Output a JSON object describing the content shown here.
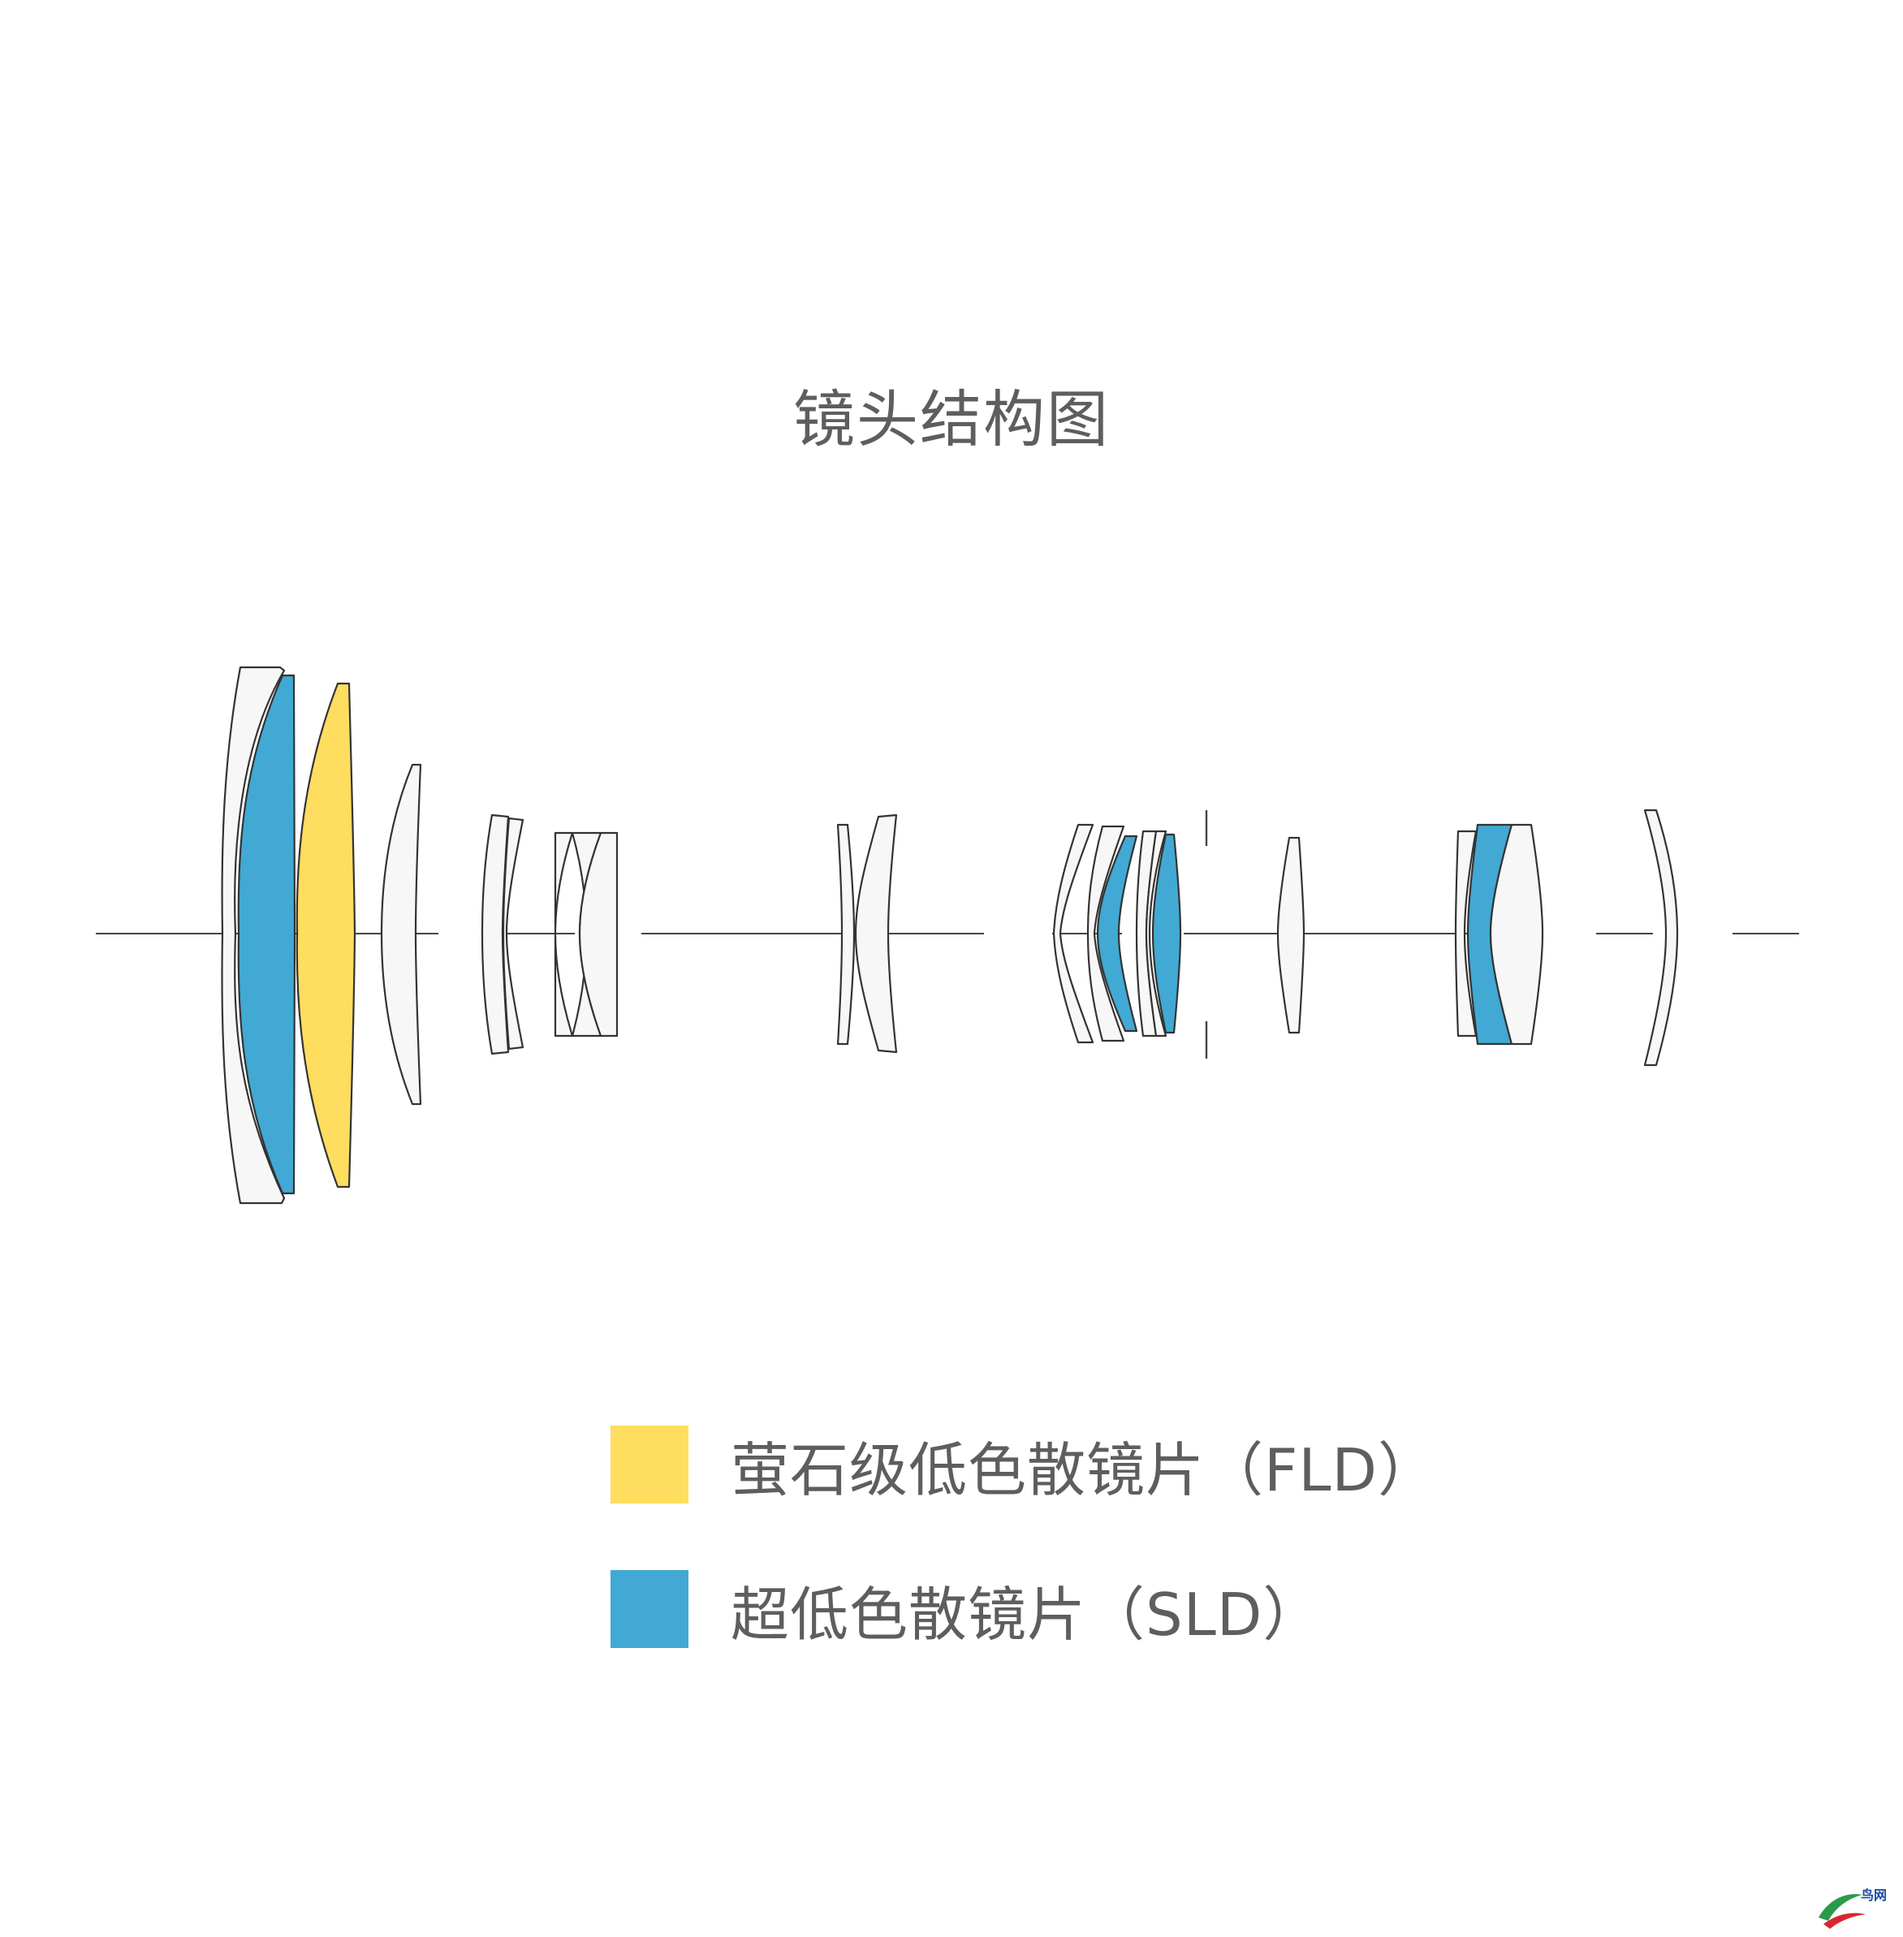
{
  "title": "镜头结构图",
  "colors": {
    "fld": "#FEDD5F",
    "sld": "#41A9D3",
    "plain_glass": "#F7F7F7",
    "outline": "#333333",
    "text": "#5E5E5E"
  },
  "legend": [
    {
      "key": "fld",
      "label": "萤石级低色散镜片（FLD）"
    },
    {
      "key": "sld",
      "label": "超低色散镜片（SLD）"
    }
  ],
  "watermark": {
    "text": "鸟网",
    "icon": "birdnet-logo-icon"
  }
}
